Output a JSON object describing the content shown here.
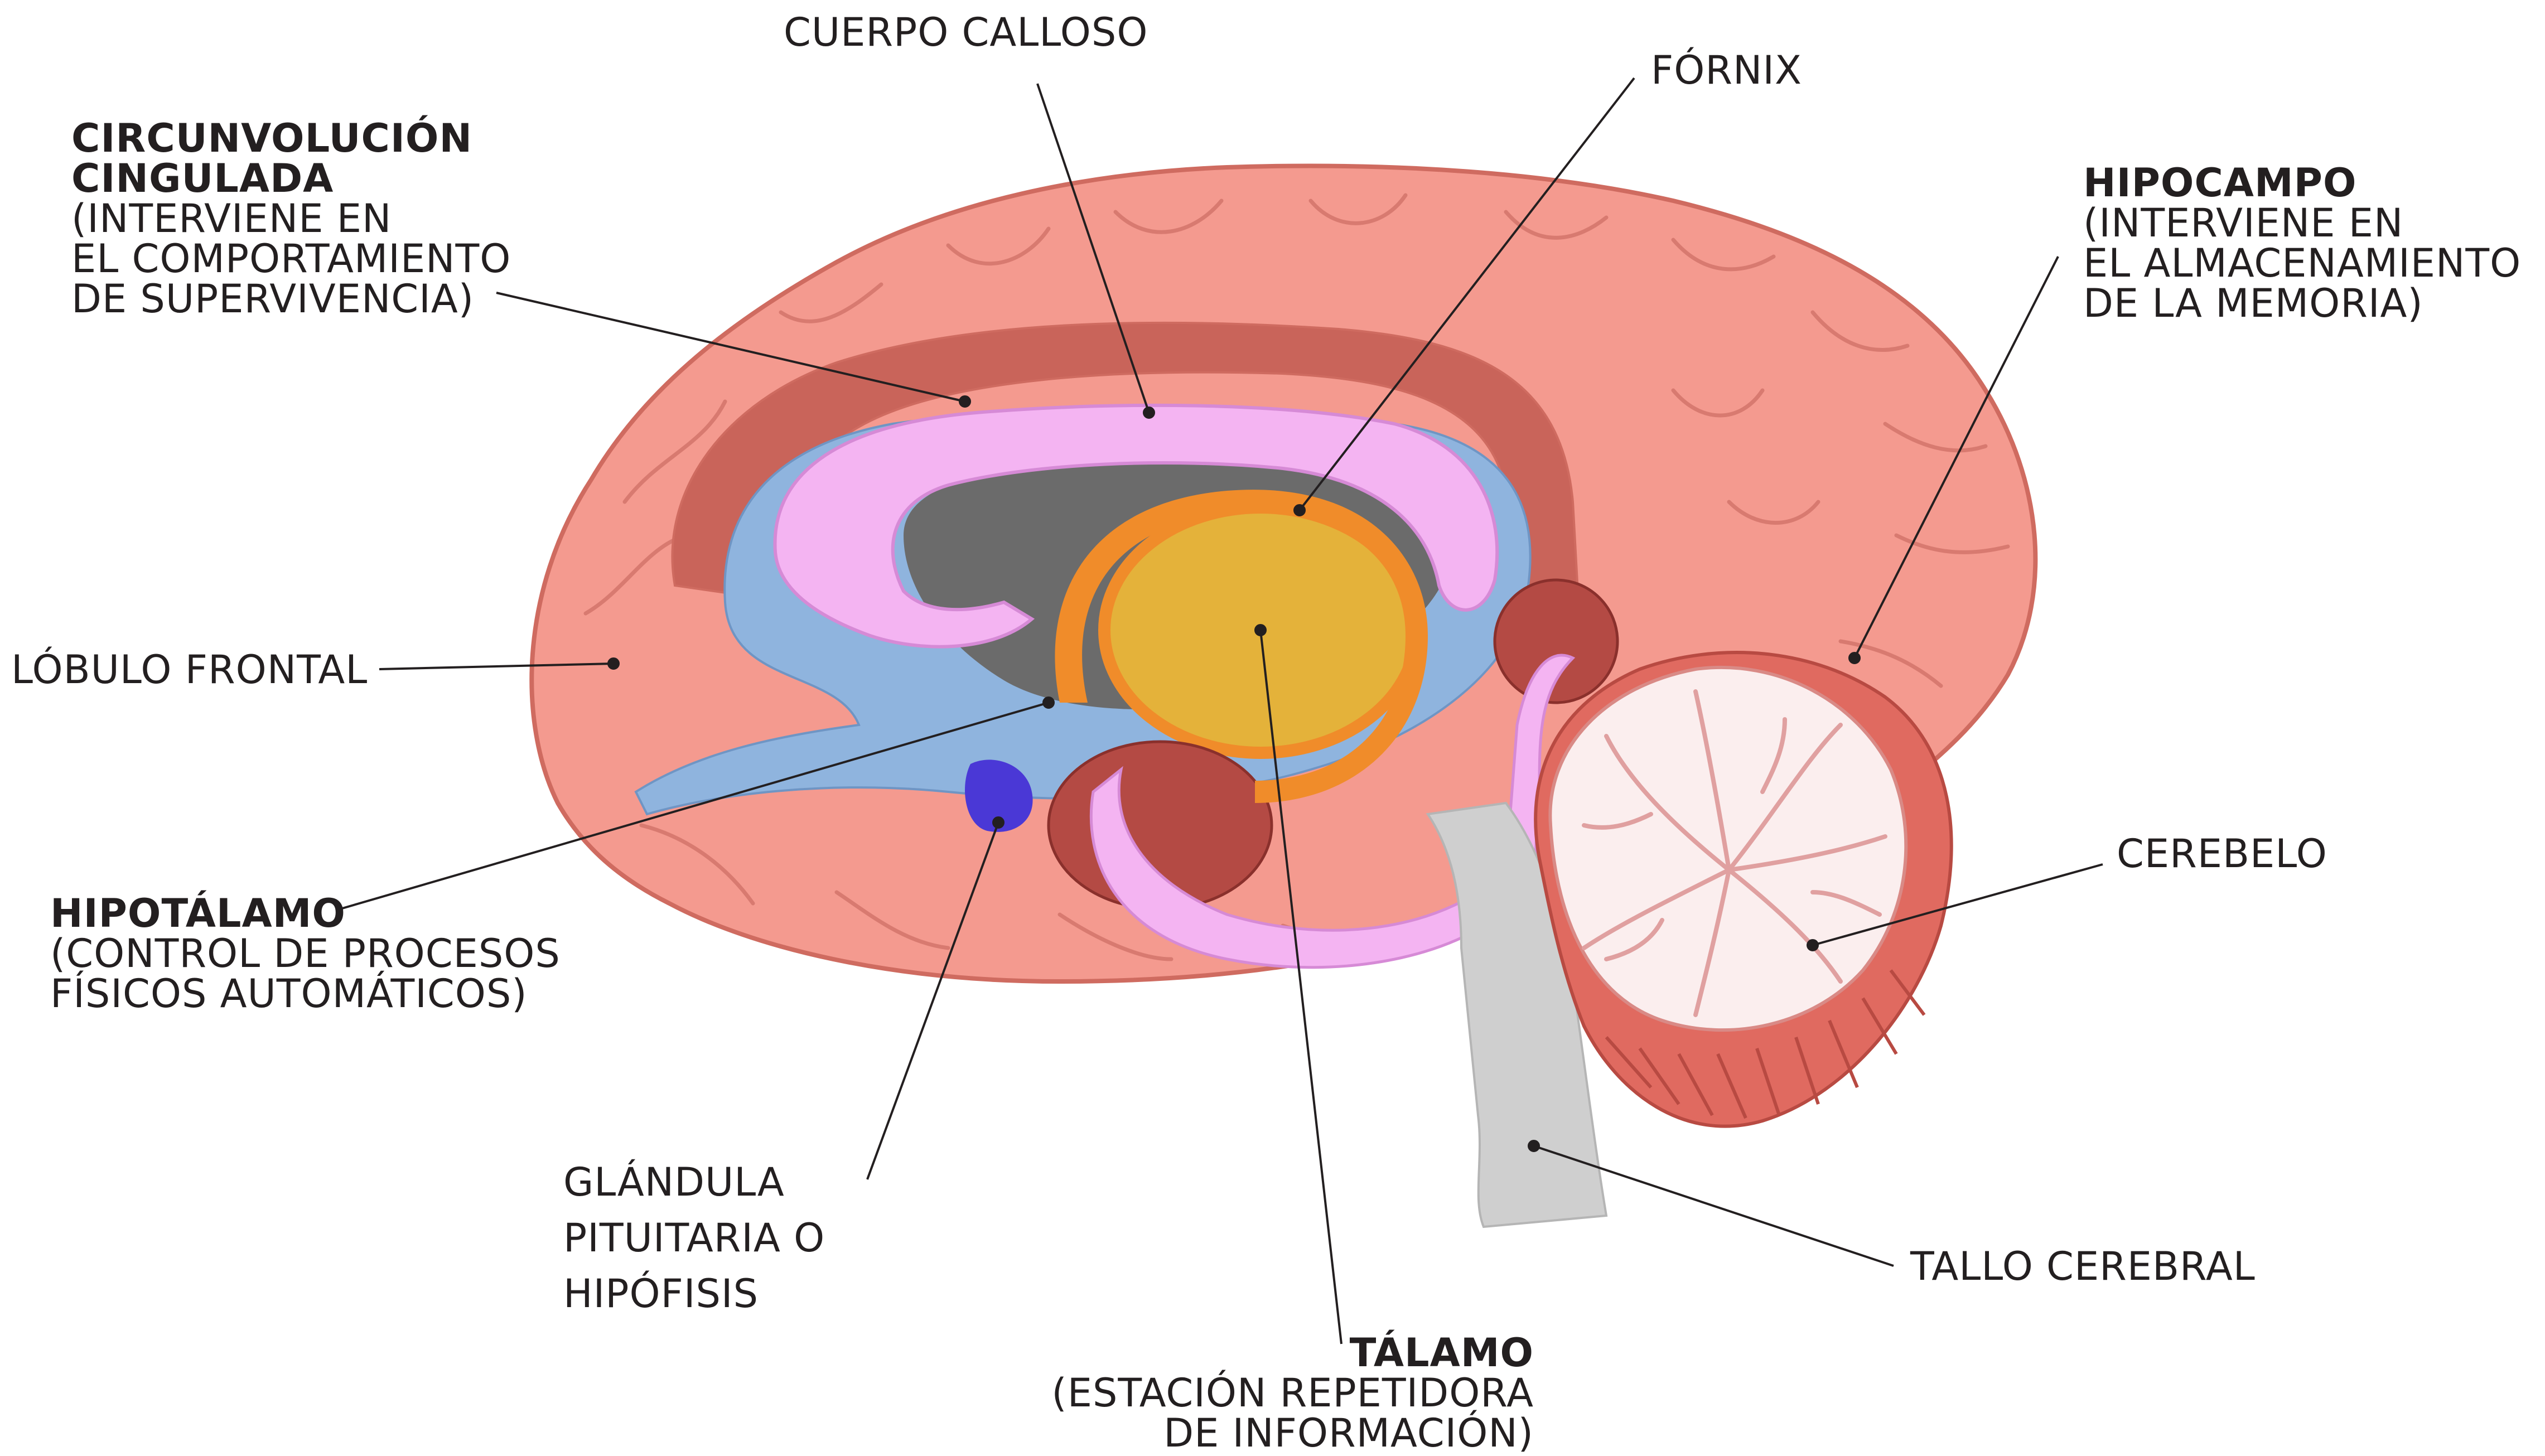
{
  "colors": {
    "cortex": "#f49a8f",
    "cortex_light": "#f8b3a8",
    "cortex_line": "#cf6b60",
    "cingulate": "#c9645a",
    "ventricle": "#8fb4de",
    "corpus_callosum": "#f4b4f2",
    "corpus_callosum_edge": "#d68ad6",
    "thalamus": "#e4b23a",
    "thalamus_edge": "#f08c2a",
    "dark_cavity": "#6b6b6b",
    "red_structure": "#b44a44",
    "hypophysis": "#4a38d6",
    "brainstem": "#cfcfcf",
    "cerebellum_outer": "#e06a60",
    "cerebellum_inner": "#fbeeee",
    "leader_line": "#231f20",
    "text": "#231f20"
  },
  "labels": {
    "cuerpo_calloso": {
      "text": "CUERPO CALLOSO"
    },
    "fornix": {
      "text": "FÓRNIX"
    },
    "circunvolucion": {
      "title_1": "CIRCUNVOLUCIÓN",
      "title_2": "CINGULADA",
      "desc": [
        "(INTERVIENE EN",
        "EL COMPORTAMIENTO",
        "DE SUPERVIVENCIA)"
      ]
    },
    "hipocampo": {
      "title": "HIPOCAMPO",
      "desc": [
        "(INTERVIENE EN",
        "EL ALMACENAMIENTO",
        "DE LA MEMORIA)"
      ]
    },
    "lobulo_frontal": {
      "text": "LÓBULO FRONTAL"
    },
    "cerebelo": {
      "text": "CEREBELO"
    },
    "hipotalamo": {
      "title": "HIPOTÁLAMO",
      "desc": [
        "(CONTROL DE PROCESOS",
        "FÍSICOS AUTOMÁTICOS)"
      ]
    },
    "glandula": {
      "lines": [
        "GLÁNDULA",
        "PITUITARIA O",
        "HIPÓFISIS"
      ]
    },
    "tallo": {
      "text": "TALLO CEREBRAL"
    },
    "talamo": {
      "title": "TÁLAMO",
      "desc": [
        "(ESTACIÓN REPETIDORA",
        "DE INFORMACIÓN)"
      ]
    }
  }
}
